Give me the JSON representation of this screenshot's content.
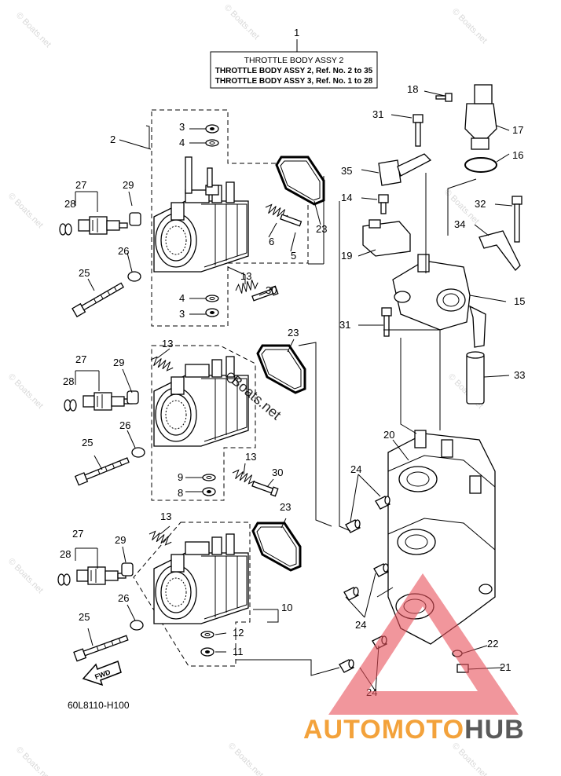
{
  "title_box": {
    "ref": "1",
    "line1": "THROTTLE BODY ASSY 2",
    "line2": "THROTTLE BODY ASSY 2,  Ref. No. 2 to 35",
    "line3": "THROTTLE BODY ASSY 3,  Ref. No. 1 to 28"
  },
  "diagram_code": "60L8110-H100",
  "fwd_label": "FWD",
  "watermark_text": "© Boats.net",
  "overlay_watermark": "Boats.net",
  "brand": {
    "part1": "AUTOMOTO",
    "part2": "HUB",
    "color1": "#f3a23b",
    "color2": "#5a5a5a",
    "triangle_color": "#e8505a"
  },
  "callouts": [
    {
      "id": "c2",
      "label": "2"
    },
    {
      "id": "c3a",
      "label": "3"
    },
    {
      "id": "c4a",
      "label": "4"
    },
    {
      "id": "c27a",
      "label": "27"
    },
    {
      "id": "c28a",
      "label": "28"
    },
    {
      "id": "c29a",
      "label": "29"
    },
    {
      "id": "c26a",
      "label": "26"
    },
    {
      "id": "c25a",
      "label": "25"
    },
    {
      "id": "c6",
      "label": "6"
    },
    {
      "id": "c5",
      "label": "5"
    },
    {
      "id": "c23a",
      "label": "23"
    },
    {
      "id": "c13a",
      "label": "13"
    },
    {
      "id": "c30a",
      "label": "30"
    },
    {
      "id": "c4b",
      "label": "4"
    },
    {
      "id": "c3b",
      "label": "3"
    },
    {
      "id": "c13b",
      "label": "13"
    },
    {
      "id": "c23b",
      "label": "23"
    },
    {
      "id": "c27b",
      "label": "27"
    },
    {
      "id": "c29b",
      "label": "29"
    },
    {
      "id": "c28b",
      "label": "28"
    },
    {
      "id": "c26b",
      "label": "26"
    },
    {
      "id": "c25b",
      "label": "25"
    },
    {
      "id": "c13c",
      "label": "13"
    },
    {
      "id": "c30b",
      "label": "30"
    },
    {
      "id": "c9",
      "label": "9"
    },
    {
      "id": "c8",
      "label": "8"
    },
    {
      "id": "c23c",
      "label": "23"
    },
    {
      "id": "c13d",
      "label": "13"
    },
    {
      "id": "c27c",
      "label": "27"
    },
    {
      "id": "c29c",
      "label": "29"
    },
    {
      "id": "c28c",
      "label": "28"
    },
    {
      "id": "c26c",
      "label": "26"
    },
    {
      "id": "c25c",
      "label": "25"
    },
    {
      "id": "c10",
      "label": "10"
    },
    {
      "id": "c12",
      "label": "12"
    },
    {
      "id": "c11",
      "label": "11"
    },
    {
      "id": "c18",
      "label": "18"
    },
    {
      "id": "c31a",
      "label": "31"
    },
    {
      "id": "c17",
      "label": "17"
    },
    {
      "id": "c16",
      "label": "16"
    },
    {
      "id": "c35",
      "label": "35"
    },
    {
      "id": "c14",
      "label": "14"
    },
    {
      "id": "c32",
      "label": "32"
    },
    {
      "id": "c34",
      "label": "34"
    },
    {
      "id": "c19",
      "label": "19"
    },
    {
      "id": "c15",
      "label": "15"
    },
    {
      "id": "c31b",
      "label": "31"
    },
    {
      "id": "c33",
      "label": "33"
    },
    {
      "id": "c20",
      "label": "20"
    },
    {
      "id": "c24a",
      "label": "24"
    },
    {
      "id": "c24b",
      "label": "24"
    },
    {
      "id": "c24c",
      "label": "24"
    },
    {
      "id": "c22",
      "label": "22"
    },
    {
      "id": "c21",
      "label": "21"
    }
  ]
}
